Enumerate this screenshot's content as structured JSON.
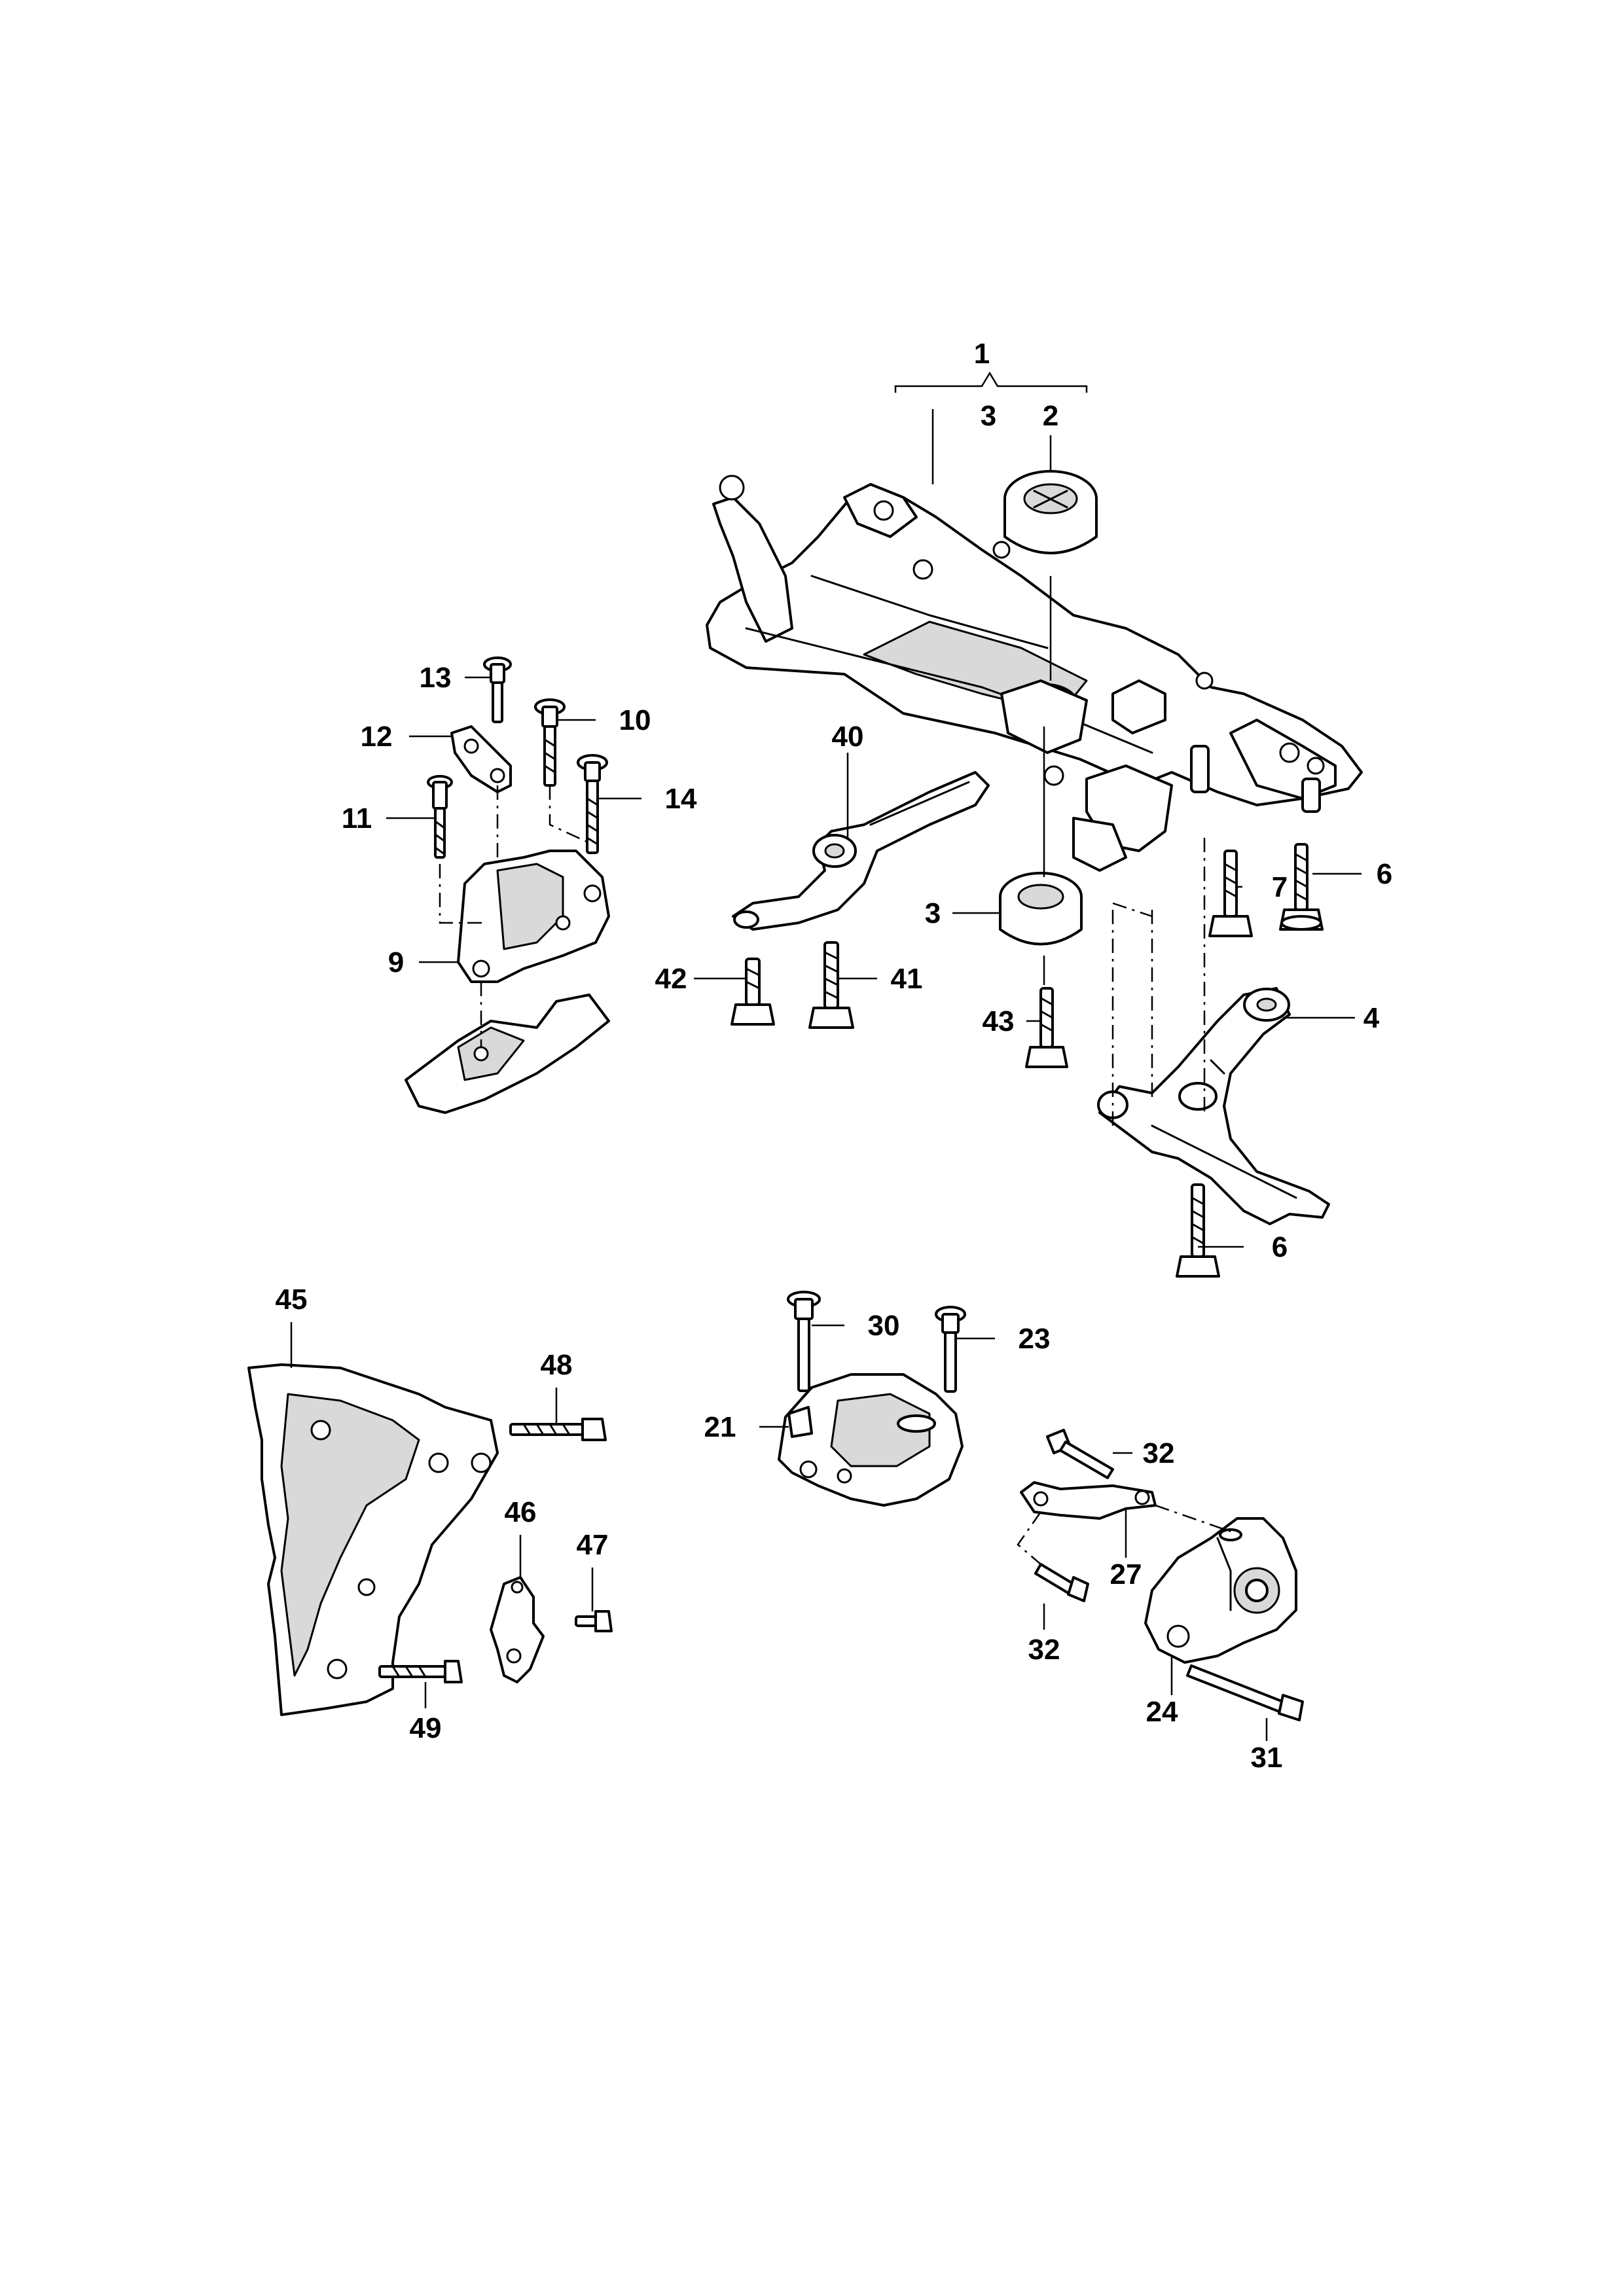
{
  "diagram": {
    "callouts": {
      "c1": "1",
      "c2": "2",
      "c3_top": "3",
      "c3_mid": "3",
      "c4": "4",
      "c6_right": "6",
      "c6_lower": "6",
      "c7": "7",
      "c9": "9",
      "c10": "10",
      "c11": "11",
      "c12": "12",
      "c13": "13",
      "c14": "14",
      "c21": "21",
      "c23": "23",
      "c24": "24",
      "c27": "27",
      "c30": "30",
      "c31": "31",
      "c32_top": "32",
      "c32_bottom": "32",
      "c40": "40",
      "c41": "41",
      "c42": "42",
      "c43": "43",
      "c45": "45",
      "c46": "46",
      "c47": "47",
      "c48": "48",
      "c49": "49"
    }
  }
}
